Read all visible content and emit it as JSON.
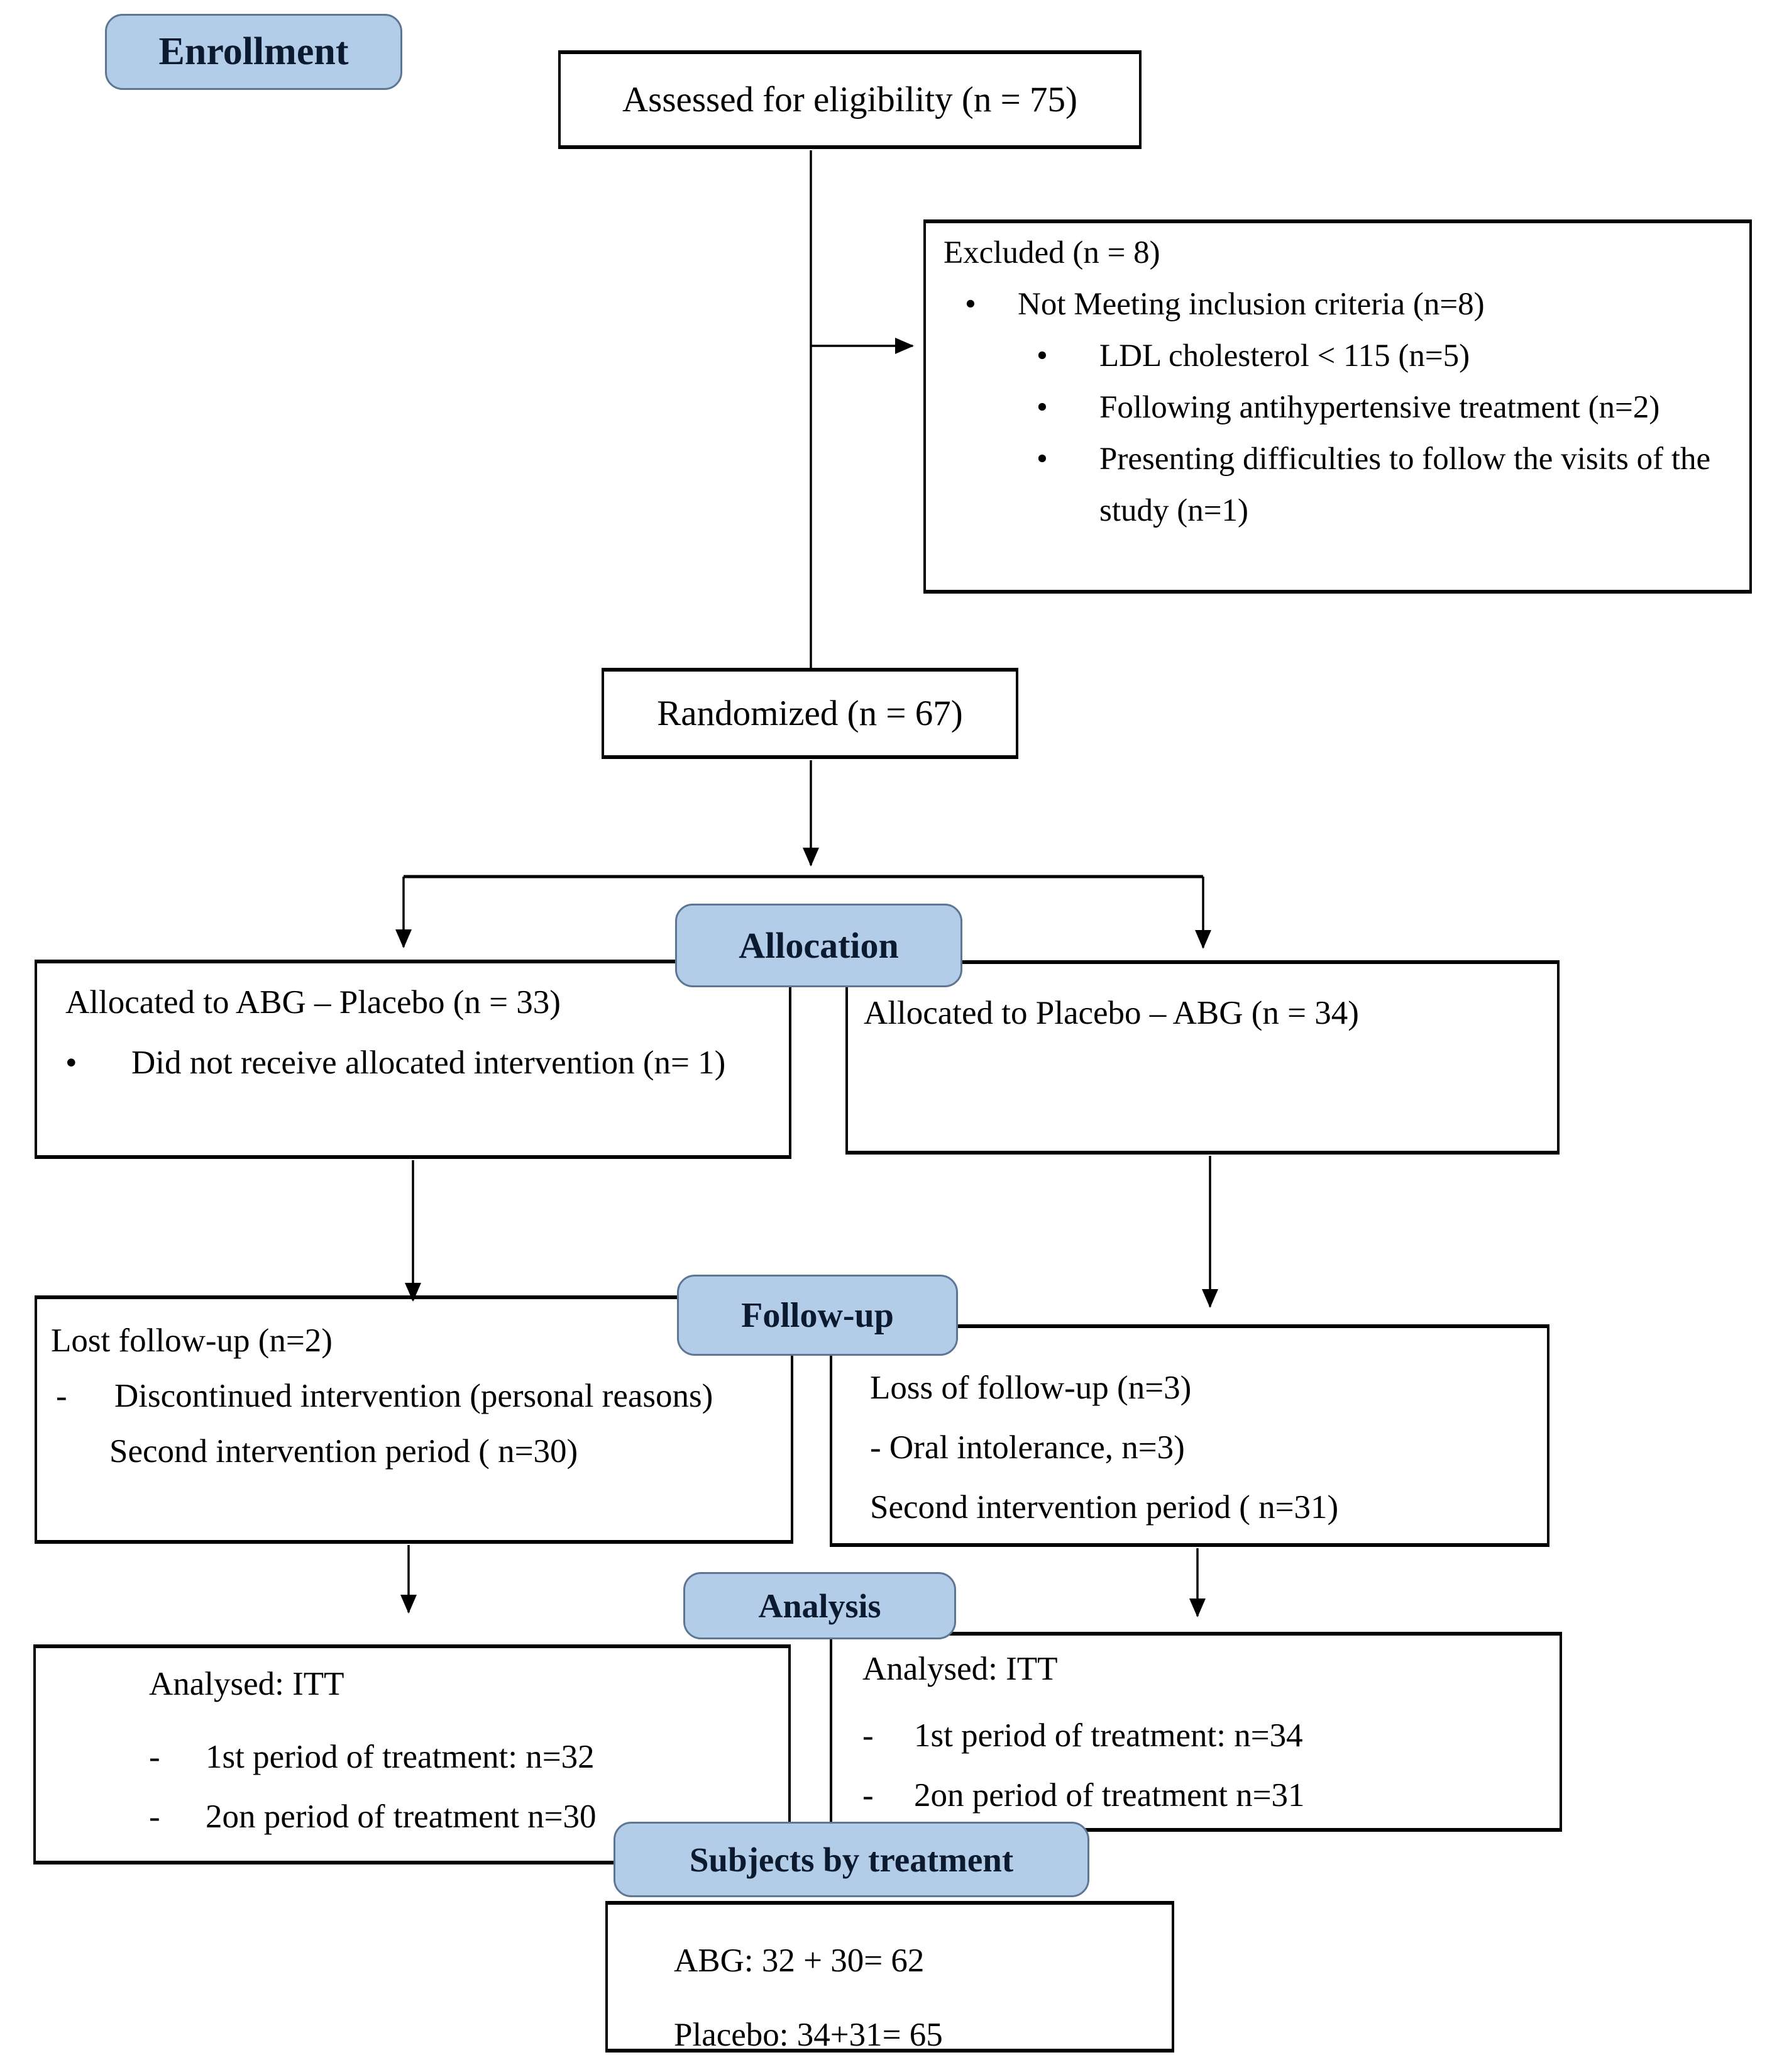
{
  "badges": {
    "enrollment": "Enrollment",
    "allocation": "Allocation",
    "followup": "Follow-up",
    "analysis": "Analysis",
    "subjects": "Subjects by treatment"
  },
  "glyphs": {
    "bullet": "•",
    "dash": "-"
  },
  "boxes": {
    "assessed": {
      "text": "Assessed for eligibility (n = 75)"
    },
    "excluded": {
      "title": "Excluded (n = 8)",
      "level1": [
        "Not Meeting inclusion criteria (n=8)"
      ],
      "level2": [
        "LDL cholesterol < 115 (n=5)",
        "Following antihypertensive treatment (n=2)",
        "Presenting difficulties to follow the visits of the study (n=1)"
      ]
    },
    "randomized": {
      "text": "Randomized (n = 67)"
    },
    "alloc_left": {
      "title": "Allocated to ABG – Placebo (n = 33)",
      "bullet": "Did not receive allocated intervention (n= 1)"
    },
    "alloc_right": {
      "title": "Allocated to Placebo – ABG (n = 34)"
    },
    "followup_left": {
      "line1": "Lost follow-up (n=2)",
      "dash_item": "Discontinued intervention (personal reasons)",
      "line3": "Second intervention period ( n=30)"
    },
    "followup_right": {
      "line1": "Loss of follow-up (n=3)",
      "line2": "- Oral intolerance, n=3)",
      "line3": "Second intervention period ( n=31)"
    },
    "analysis_left": {
      "title": "Analysed: ITT",
      "items": [
        "1st period of treatment: n=32",
        "2on period of treatment n=30"
      ]
    },
    "analysis_right": {
      "title": "Analysed: ITT",
      "items": [
        "1st period of treatment: n=34",
        "2on period of treatment n=31"
      ]
    },
    "subjects": {
      "line1": "ABG: 32 + 30= 62",
      "line2": "Placebo: 34+31= 65"
    }
  },
  "colors": {
    "badge_fill": "#b3cce8",
    "badge_border": "#5d7693",
    "box_border": "#000000",
    "arrow": "#000000"
  }
}
